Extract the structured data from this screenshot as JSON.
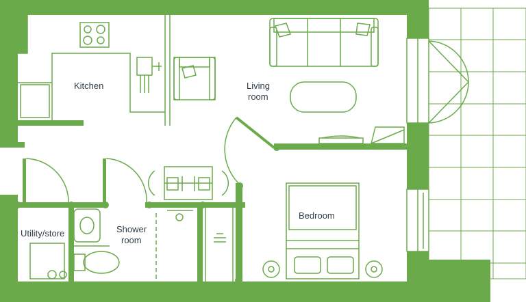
{
  "colors": {
    "wall": "#6aaa4a",
    "line": "#6aaa4a",
    "text": "#2f3e48",
    "background": "#ffffff"
  },
  "rooms": {
    "kitchen": "Kitchen",
    "living_line1": "Living",
    "living_line2": "room",
    "bedroom": "Bedroom",
    "shower_line1": "Shower",
    "shower_line2": "room",
    "utility": "Utility/store"
  }
}
